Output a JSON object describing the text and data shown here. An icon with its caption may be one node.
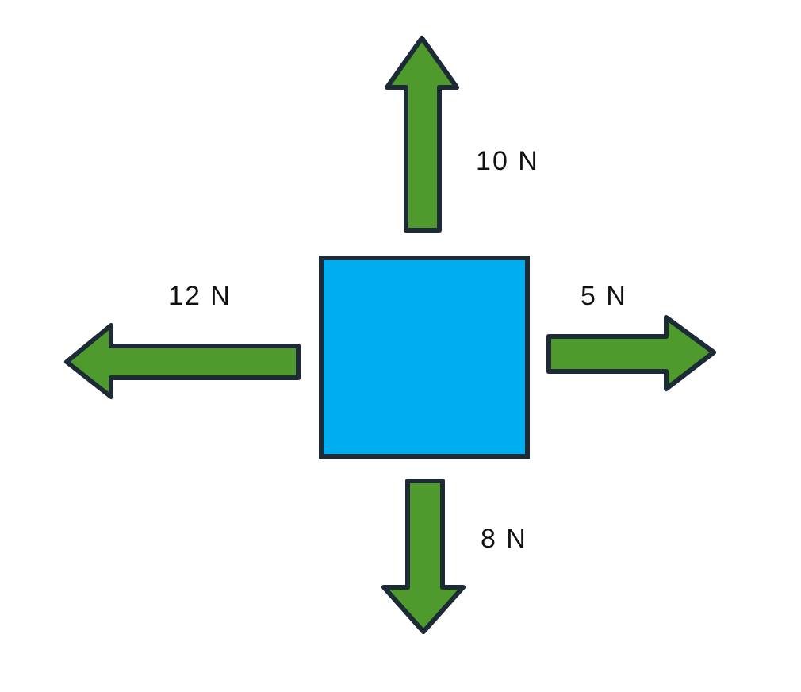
{
  "diagram": {
    "nodes": [
      {
        "text": [],
        "shape": "box"
      }
    ],
    "labels": [
      "10 N",
      "12 N",
      "5 N",
      "8 N"
    ]
  }
}
